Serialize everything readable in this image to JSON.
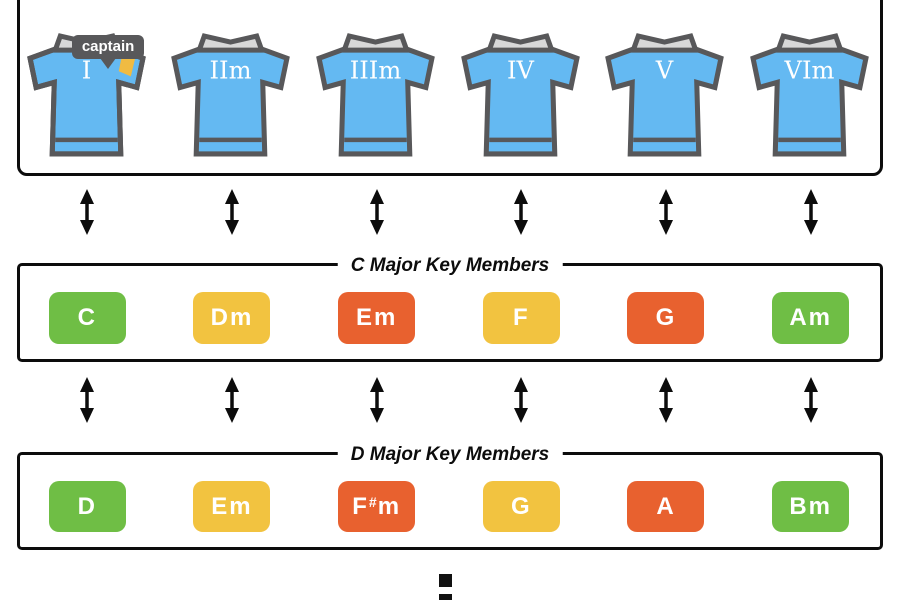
{
  "jersey_row": {
    "captain_tag": "captain",
    "jerseys": [
      {
        "numeral": "I",
        "captain": true
      },
      {
        "numeral": "IIm",
        "captain": false
      },
      {
        "numeral": "IIIm",
        "captain": false
      },
      {
        "numeral": "IV",
        "captain": false
      },
      {
        "numeral": "V",
        "captain": false
      },
      {
        "numeral": "VIm",
        "captain": false
      }
    ]
  },
  "key_rows": [
    {
      "title": "C Major Key Members",
      "chips": [
        {
          "label": "C",
          "color": "#6fbe45"
        },
        {
          "label": "Dm",
          "color": "#f2c340"
        },
        {
          "label": "Em",
          "color": "#e8612f"
        },
        {
          "label": "F",
          "color": "#f2c340"
        },
        {
          "label": "G",
          "color": "#e8612f"
        },
        {
          "label": "Am",
          "color": "#6fbe45"
        }
      ]
    },
    {
      "title": "D Major Key Members",
      "chips": [
        {
          "label": "D",
          "color": "#6fbe45"
        },
        {
          "label": "Em",
          "color": "#f2c340"
        },
        {
          "label": "F#m",
          "color": "#e8612f"
        },
        {
          "label": "G",
          "color": "#f2c340"
        },
        {
          "label": "A",
          "color": "#e8612f"
        },
        {
          "label": "Bm",
          "color": "#6fbe45"
        }
      ]
    }
  ],
  "colors": {
    "jersey_blue": "#64b9f2",
    "outline_gray": "#58585a",
    "collar_gray": "#d8d8d8",
    "band_yellow": "#f0bb42",
    "line_black": "#0c0c0c"
  },
  "icons": {
    "continuation": "vertical-ellipsis"
  }
}
